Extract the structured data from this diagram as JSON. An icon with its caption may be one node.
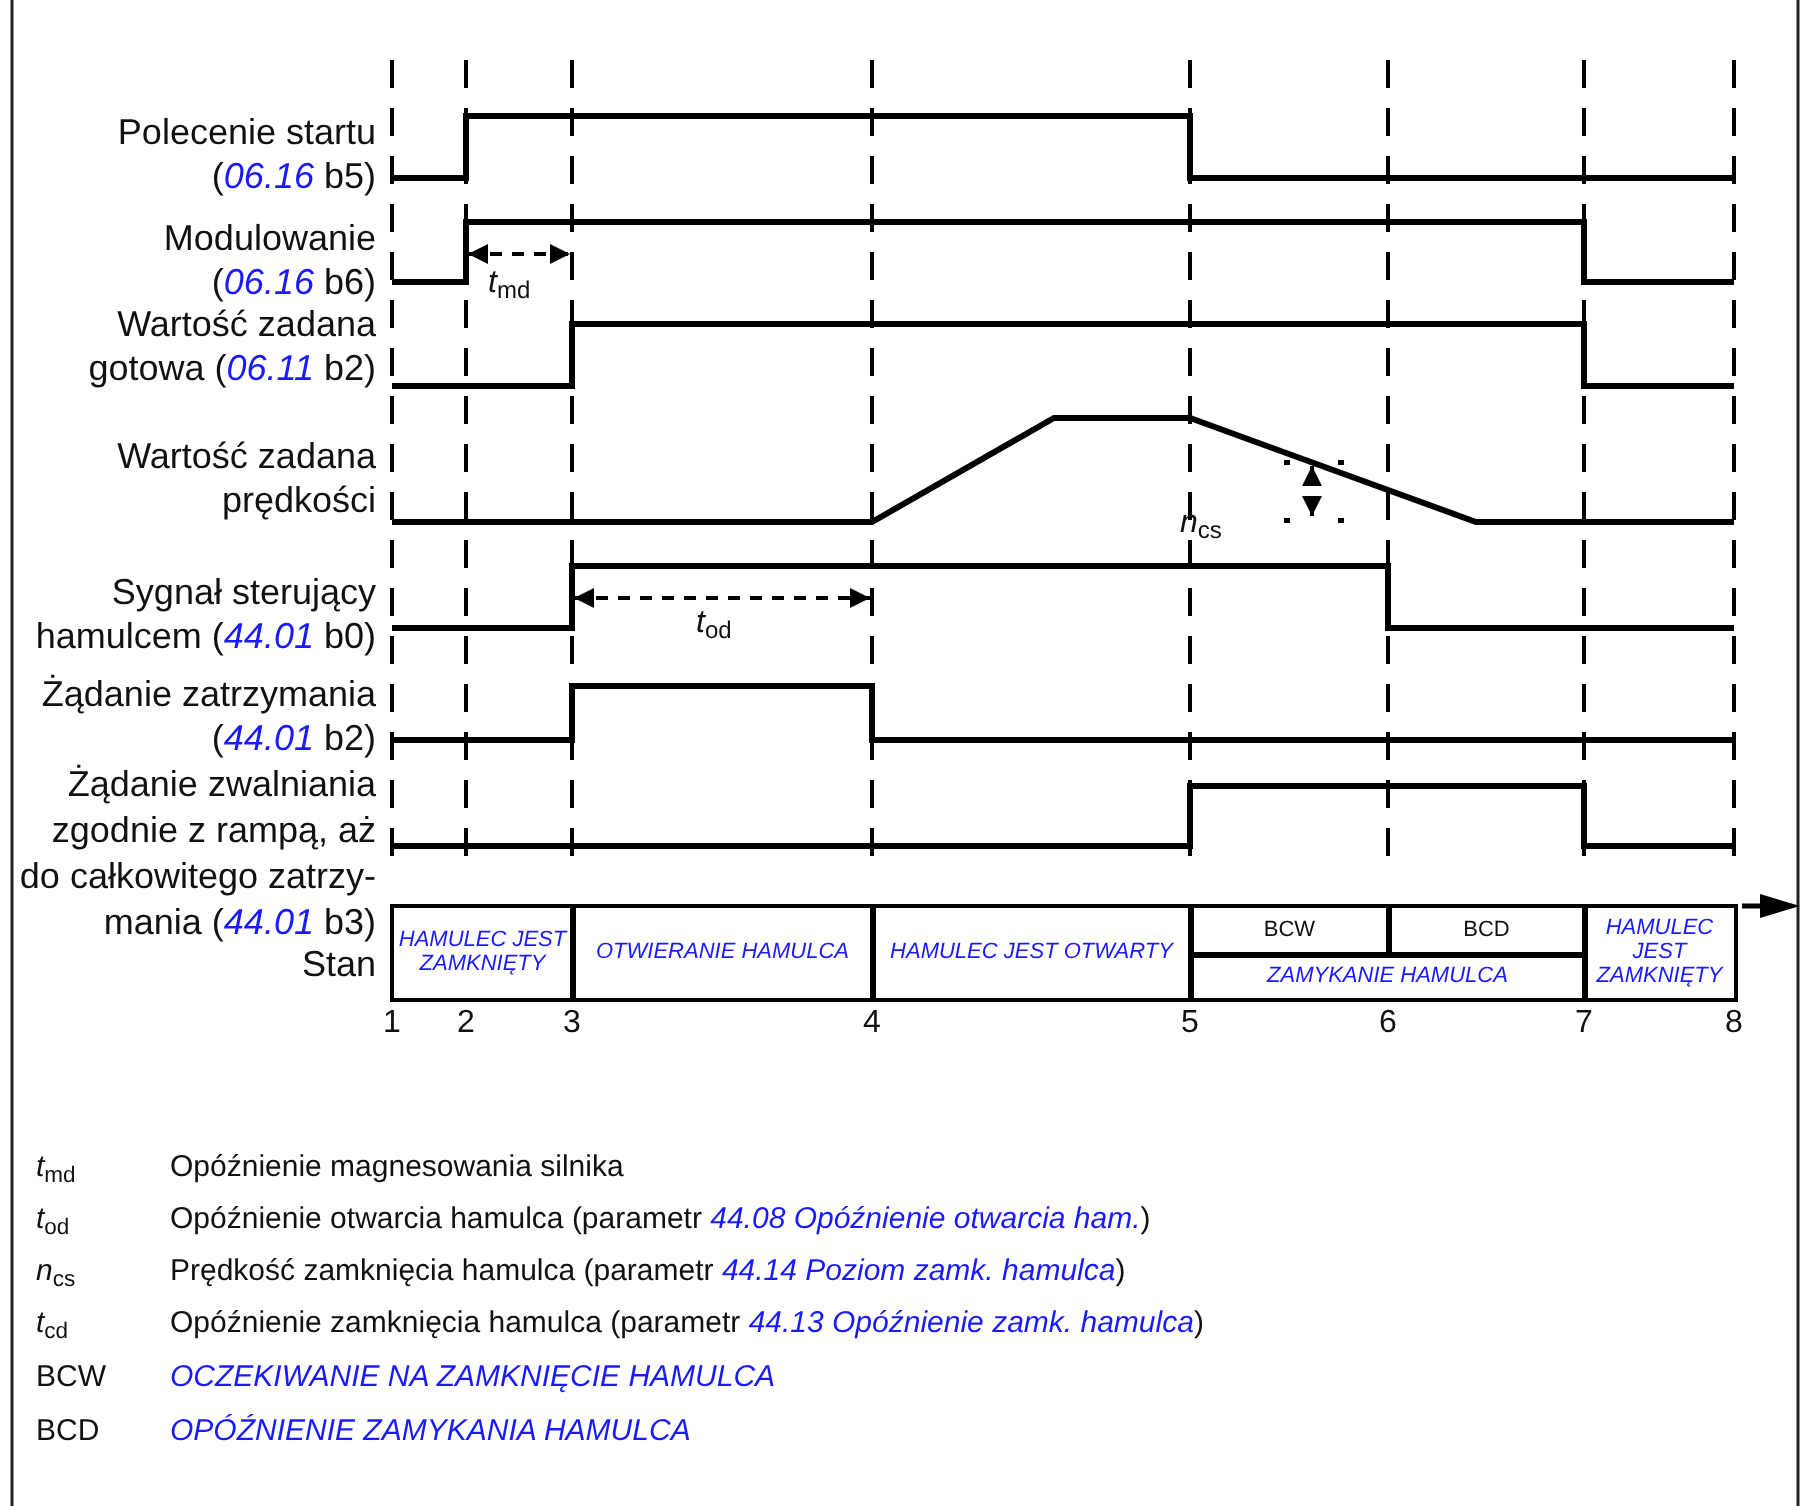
{
  "diagram": {
    "nodes": [
      {
        "text": [
          "HAMULEC JEST ZAMKNIĘTY"
        ]
      },
      {
        "text": [
          "OTWIERANIE HAMULCA"
        ]
      },
      {
        "text": [
          "HAMULEC JEST OTWARTY"
        ]
      },
      {
        "text": [
          "BCW"
        ]
      },
      {
        "text": [
          "BCD"
        ]
      },
      {
        "text": [
          "ZAMYKANIE HAMULCA"
        ]
      },
      {
        "text": [
          "HAMULEC JEST ZAMKNIĘTY"
        ]
      }
    ],
    "labels": [
      "Polecenie startu (*06.16* b5)",
      "Modulowanie (*06.16* b6)",
      "*t*$_{md}$",
      "Wartość zadana gotowa (*06.11* b2)",
      "Wartość zadana prędkości",
      "*n*$_{cs}$",
      "Sygnał sterujący hamulcem (*44.01* b0)",
      "*t*$_{od}$",
      "Żądanie zatrzymania (*44.01* b2)",
      "Żądanie zwalniania zgodnie z rampą, aż do całkowitego zatrzy-mania (*44.01* b3)",
      "Stan",
      "1",
      "2",
      "3",
      "4",
      "5",
      "6",
      "7",
      "8",
      "*t*$_{md}$",
      "Opóźnienie magnesowania silnika",
      "*t*$_{od}$",
      "Opóźnienie otwarcia hamulca (parametr *44.08 Opóźnienie otwarcia ham.*)",
      "*n*$_{cs}$",
      "Prędkość zamknięcia hamulca (parametr *44.14 Poziom zamk. hamulca*)",
      "*t*$_{cd}$",
      "Opóźnienie zamknięcia hamulca (parametr *44.13 Opóźnienie zamk. hamulca*)",
      "BCW",
      "OCZEKIWANIE NA ZAMKNIĘCIE HAMULCA",
      "BCD",
      "OPÓŹNIENIE ZAMYKANIA HAMULCA"
    ]
  }
}
